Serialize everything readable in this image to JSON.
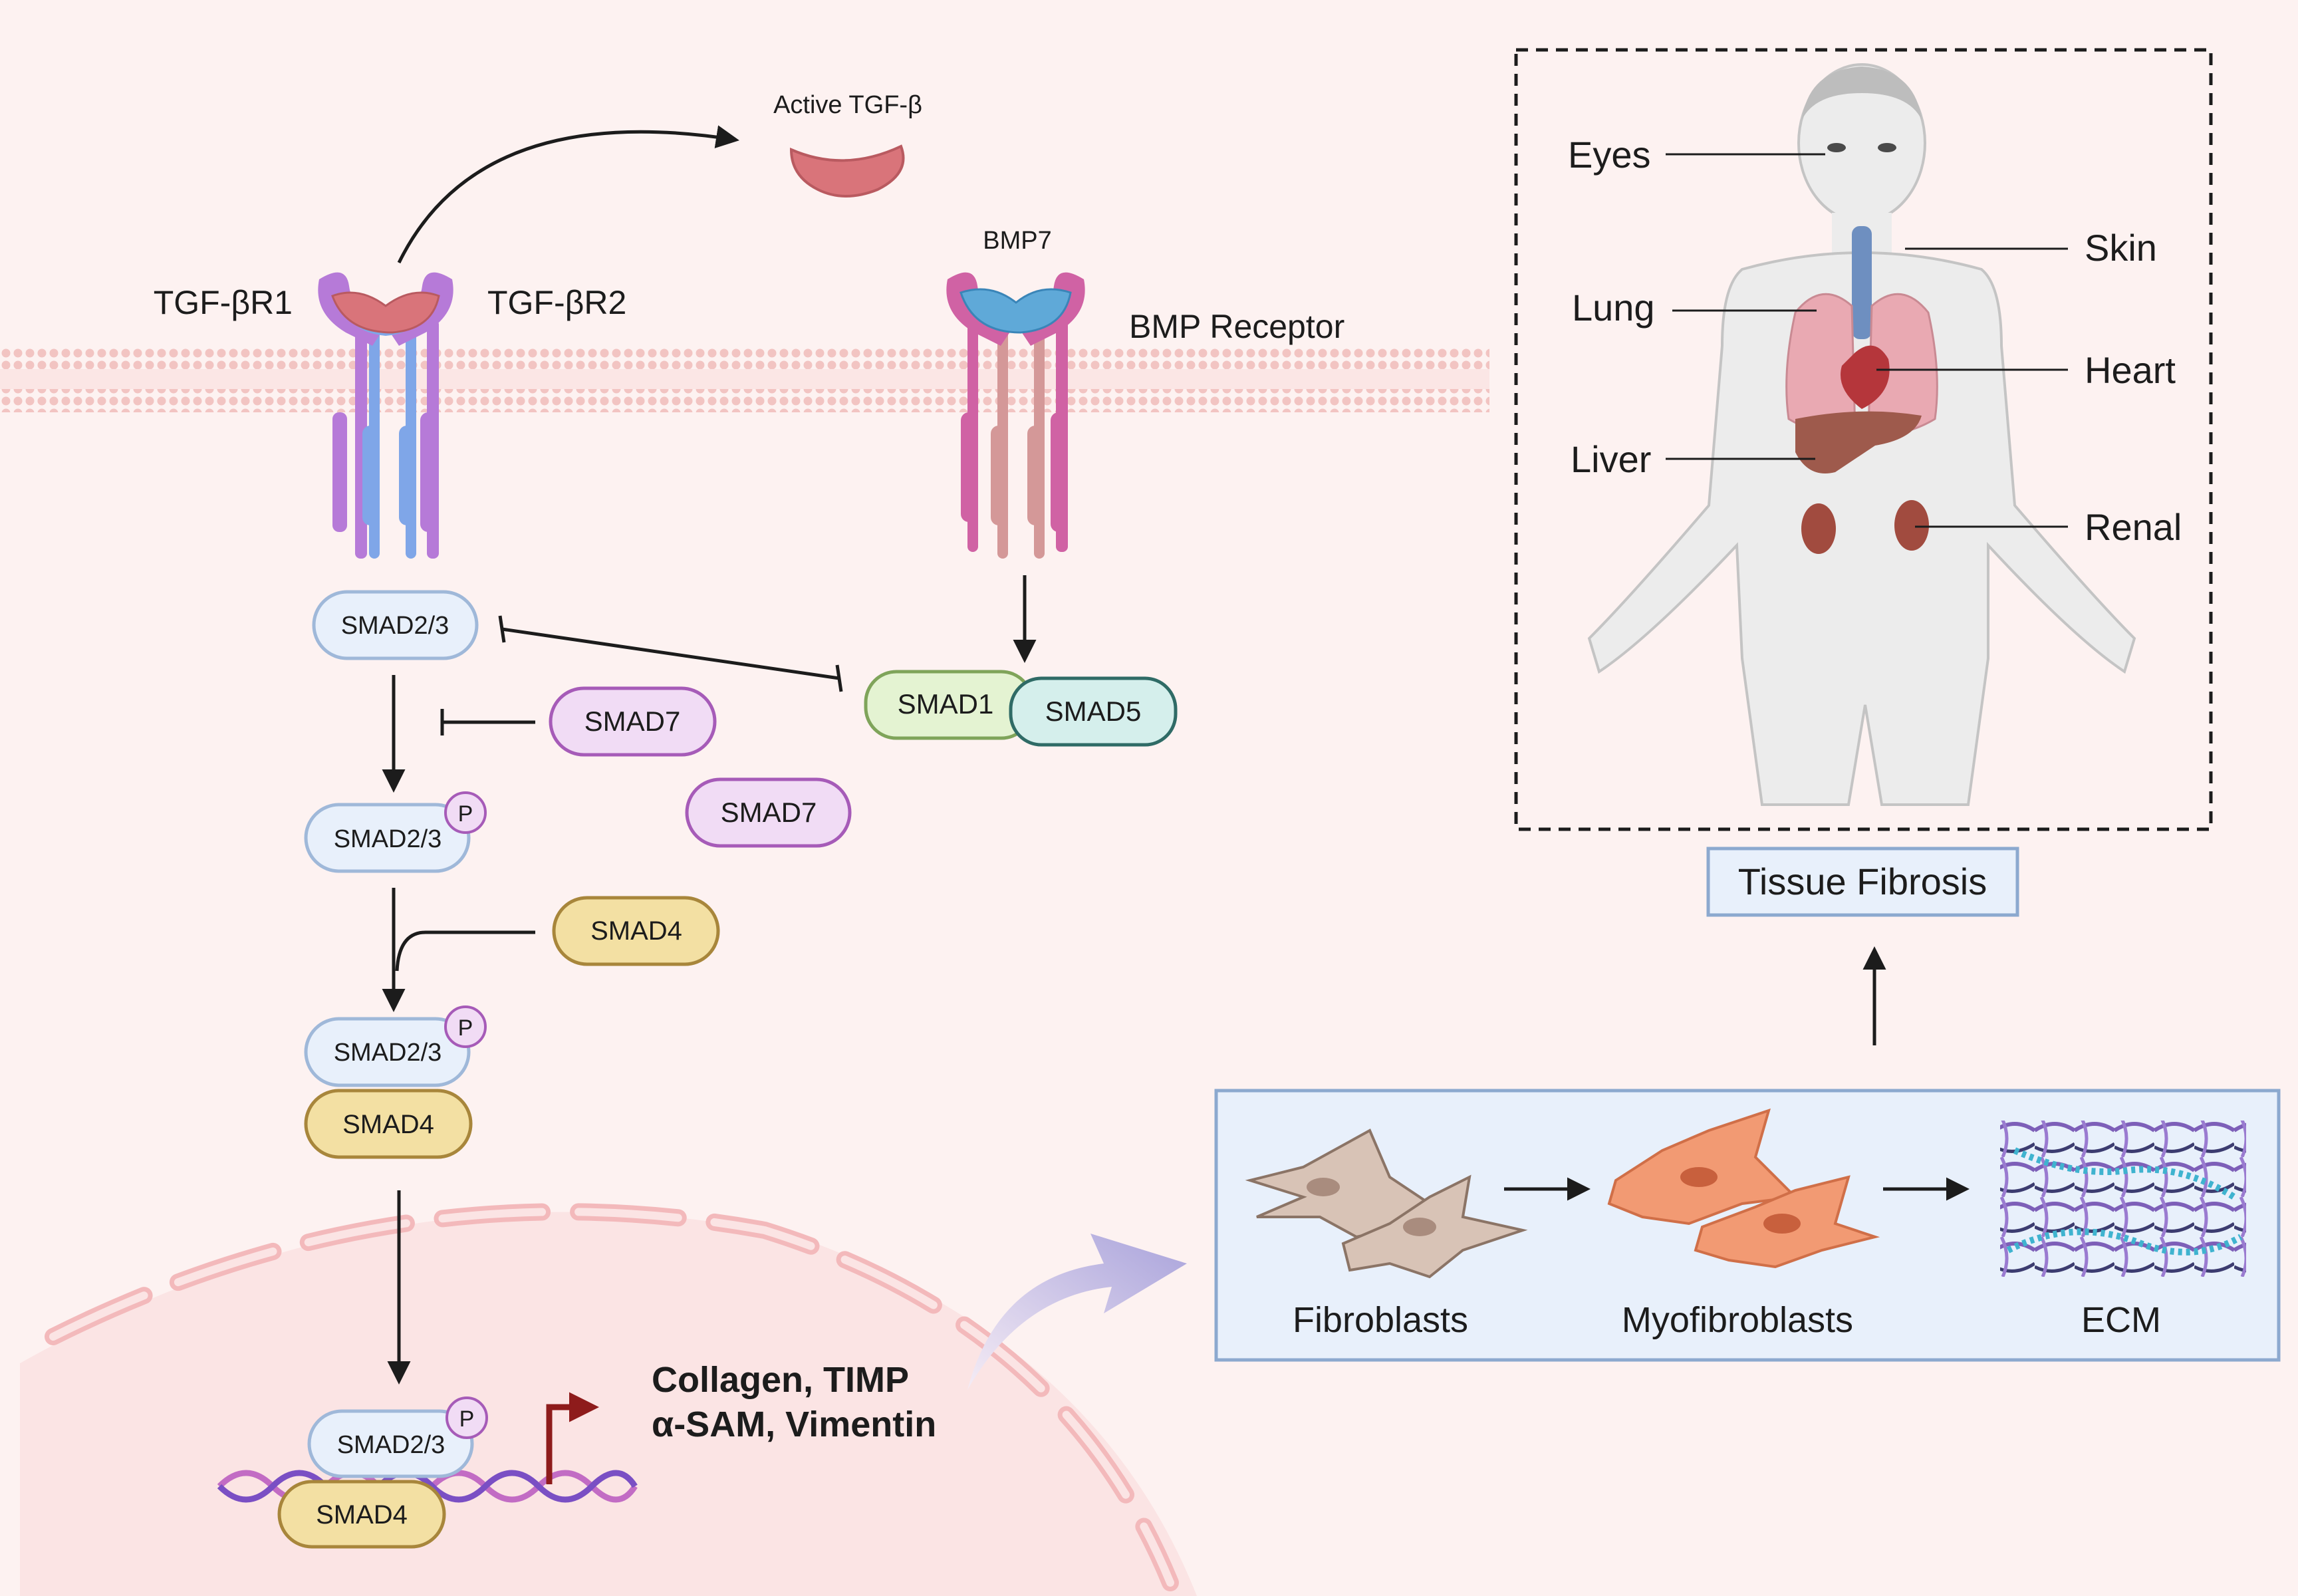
{
  "ligand": {
    "active_tgfb": "Active TGF-β",
    "bmp7": "BMP7"
  },
  "receptors": {
    "tgfbr1": "TGF-βR1",
    "tgfbr2": "TGF-βR2",
    "bmp_receptor": "BMP Receptor"
  },
  "smads": {
    "smad23_top": "SMAD2/3",
    "smad23_p1": "SMAD2/3",
    "smad23_p2": "SMAD2/3",
    "smad23_nucleus": "SMAD2/3",
    "smad7_a": "SMAD7",
    "smad7_b": "SMAD7",
    "smad4_incoming": "SMAD4",
    "smad4_complex": "SMAD4",
    "smad4_nucleus": "SMAD4",
    "smad1": "SMAD1",
    "smad5": "SMAD5",
    "phospho_label": "P"
  },
  "genes": {
    "line1": "Collagen, TIMP",
    "line2": "α-SAM, Vimentin"
  },
  "cells": {
    "fibroblasts": "Fibroblasts",
    "myofibroblasts": "Myofibroblasts",
    "ecm": "ECM"
  },
  "outcome": {
    "tissue_fibrosis": "Tissue Fibrosis"
  },
  "organs": {
    "eyes": "Eyes",
    "skin": "Skin",
    "lung": "Lung",
    "heart": "Heart",
    "liver": "Liver",
    "renal": "Renal"
  },
  "colors": {
    "background": "#fdf2f1",
    "membrane": "#f2c4c2",
    "smad23_fill": "#e8f0fb",
    "smad23_stroke": "#9fb8d9",
    "smad7_fill": "#f1dcf5",
    "smad7_stroke": "#a65bb8",
    "smad4_fill": "#f3e0a3",
    "smad4_stroke": "#a8863b",
    "smad1_fill": "#e4f3d2",
    "smad1_stroke": "#7fa45a",
    "smad5_fill": "#d5efec",
    "smad5_stroke": "#2f6b66",
    "gene_arrow": "#8e1b1b",
    "panel_fill": "#e8f0fb",
    "panel_stroke": "#8ca9cf"
  }
}
